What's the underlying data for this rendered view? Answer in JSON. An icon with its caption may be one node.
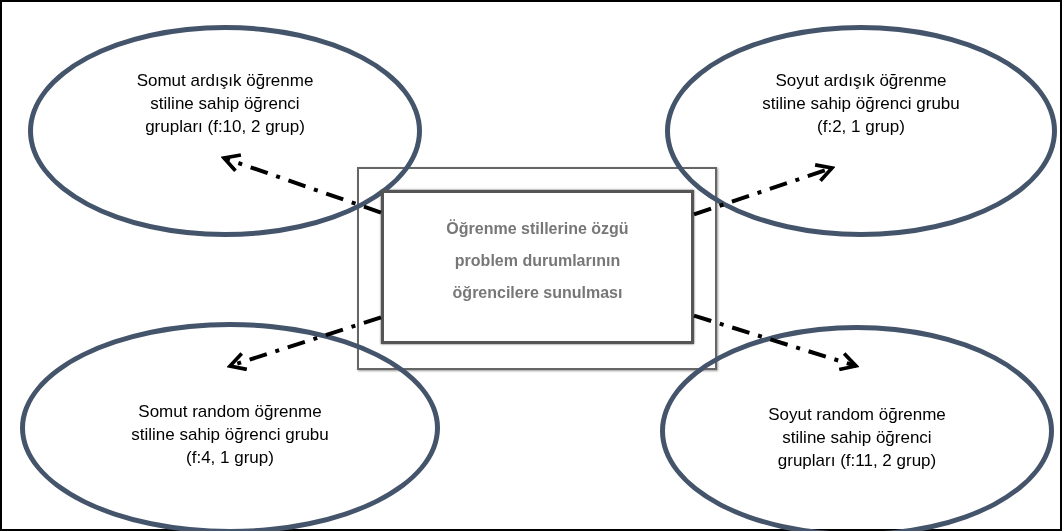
{
  "diagram": {
    "nodes": [
      {
        "text": [
          "Öğrenme stillerine özgü problem durumlarının öğrencilere sunulması"
        ]
      },
      {
        "text": [
          "Somut ardışık öğrenme stiline sahip öğrenci grupları (f:10, 2 grup)"
        ]
      },
      {
        "text": [
          "Soyut ardışık öğrenme stiline sahip öğrenci grubu (f:2, 1 grup)"
        ]
      },
      {
        "text": [
          "Somut random öğrenme stiline sahip öğrenci grubu (f:4, 1 grup)"
        ]
      },
      {
        "text": [
          "Soyut random öğrenme stiline sahip öğrenci grupları (f:11, 2 grup)"
        ]
      }
    ],
    "edges": [
      {
        "from": 0,
        "to": 1,
        "arrow": "to",
        "style": "dashed"
      },
      {
        "from": 0,
        "to": 2,
        "arrow": "to",
        "style": "dashed"
      },
      {
        "from": 0,
        "to": 3,
        "arrow": "to",
        "style": "dashed"
      },
      {
        "from": 0,
        "to": 4,
        "arrow": "to",
        "style": "dashed"
      }
    ]
  }
}
